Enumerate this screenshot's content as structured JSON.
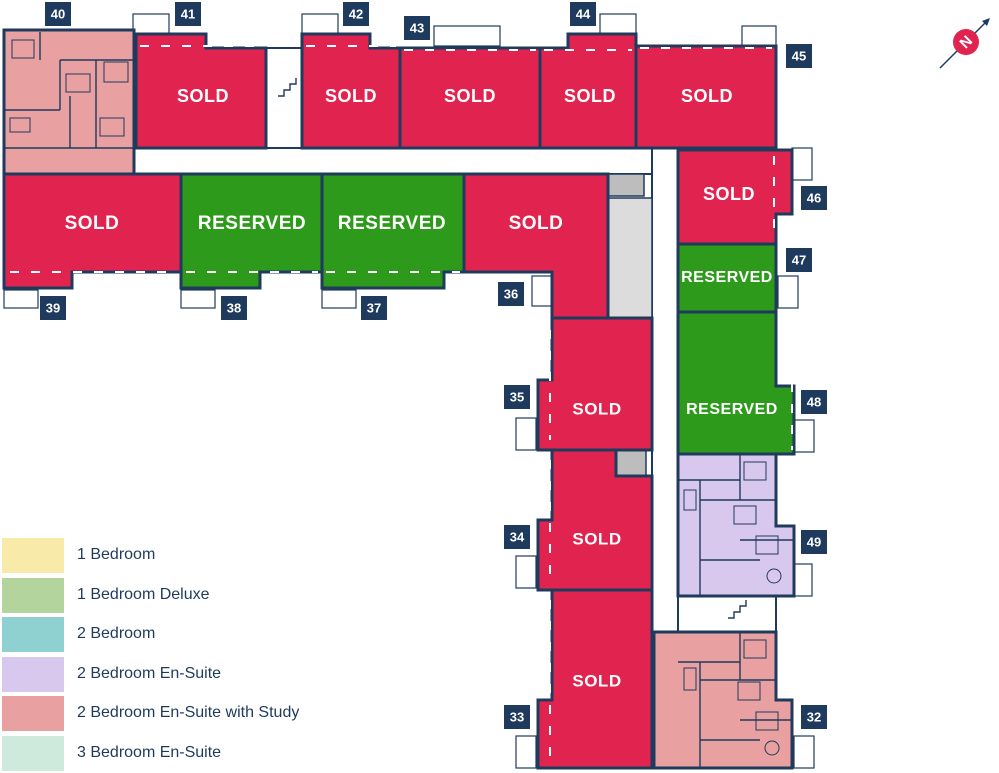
{
  "units": [
    {
      "number": "32",
      "status": "",
      "type": "2 Bedroom En-Suite with Study"
    },
    {
      "number": "33",
      "status": "SOLD"
    },
    {
      "number": "34",
      "status": "SOLD"
    },
    {
      "number": "35",
      "status": "SOLD"
    },
    {
      "number": "36",
      "status": "SOLD"
    },
    {
      "number": "37",
      "status": "RESERVED"
    },
    {
      "number": "38",
      "status": "RESERVED"
    },
    {
      "number": "39",
      "status": "SOLD"
    },
    {
      "number": "40",
      "status": "",
      "type": "2 Bedroom En-Suite with Study"
    },
    {
      "number": "41",
      "status": "SOLD"
    },
    {
      "number": "42",
      "status": "SOLD"
    },
    {
      "number": "43",
      "status": "SOLD"
    },
    {
      "number": "44",
      "status": "SOLD"
    },
    {
      "number": "45",
      "status": "SOLD"
    },
    {
      "number": "46",
      "status": "SOLD"
    },
    {
      "number": "47",
      "status": "RESERVED"
    },
    {
      "number": "48",
      "status": "RESERVED"
    },
    {
      "number": "49",
      "status": "",
      "type": "2 Bedroom En-Suite"
    }
  ],
  "status_colors": {
    "SOLD": "#e1244f",
    "RESERVED": "#2e9a1b"
  },
  "legend": [
    {
      "label": "1 Bedroom",
      "color": "#f8eaa8"
    },
    {
      "label": "1 Bedroom Deluxe",
      "color": "#b3d49c"
    },
    {
      "label": "2 Bedroom",
      "color": "#8fd0d0"
    },
    {
      "label": "2 Bedroom En-Suite",
      "color": "#d9c8ee"
    },
    {
      "label": "2 Bedroom En-Suite with Study",
      "color": "#e8a0a0"
    },
    {
      "label": "3 Bedroom En-Suite",
      "color": "#cdeadd"
    }
  ],
  "compass": {
    "label": "N",
    "color": "#e1244f",
    "icon": "north-arrow-icon"
  }
}
